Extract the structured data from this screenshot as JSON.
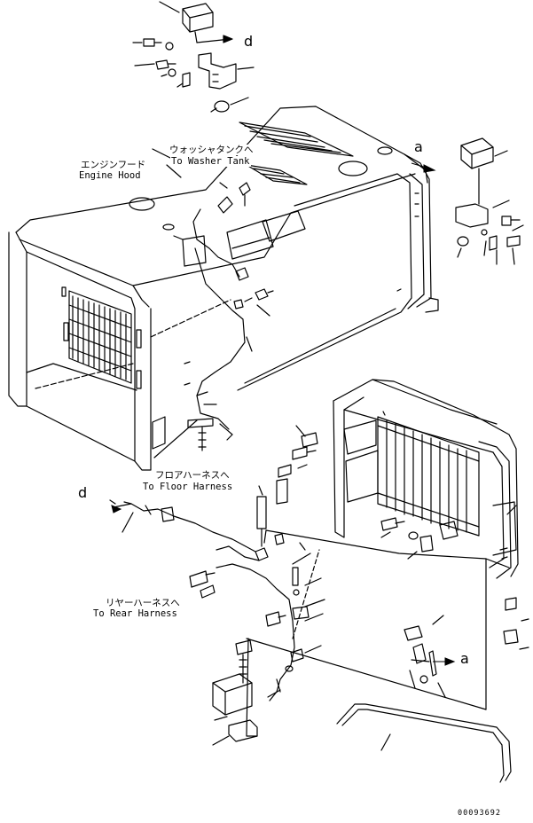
{
  "labels": {
    "washer_tank_jp": "ウォッシャタンクへ",
    "washer_tank_en": "To Washer Tank",
    "engine_hood_jp": "エンジンフード",
    "engine_hood_en": "Engine Hood",
    "floor_harness_jp": "フロアハーネスへ",
    "floor_harness_en": "To Floor Harness",
    "rear_harness_jp": "リヤーハーネスへ",
    "rear_harness_en": "To Rear Harness"
  },
  "markers": {
    "d_top": "d",
    "d_left": "d",
    "a_top": "a",
    "a_bottom": "a"
  },
  "drawing_code": "00093692"
}
